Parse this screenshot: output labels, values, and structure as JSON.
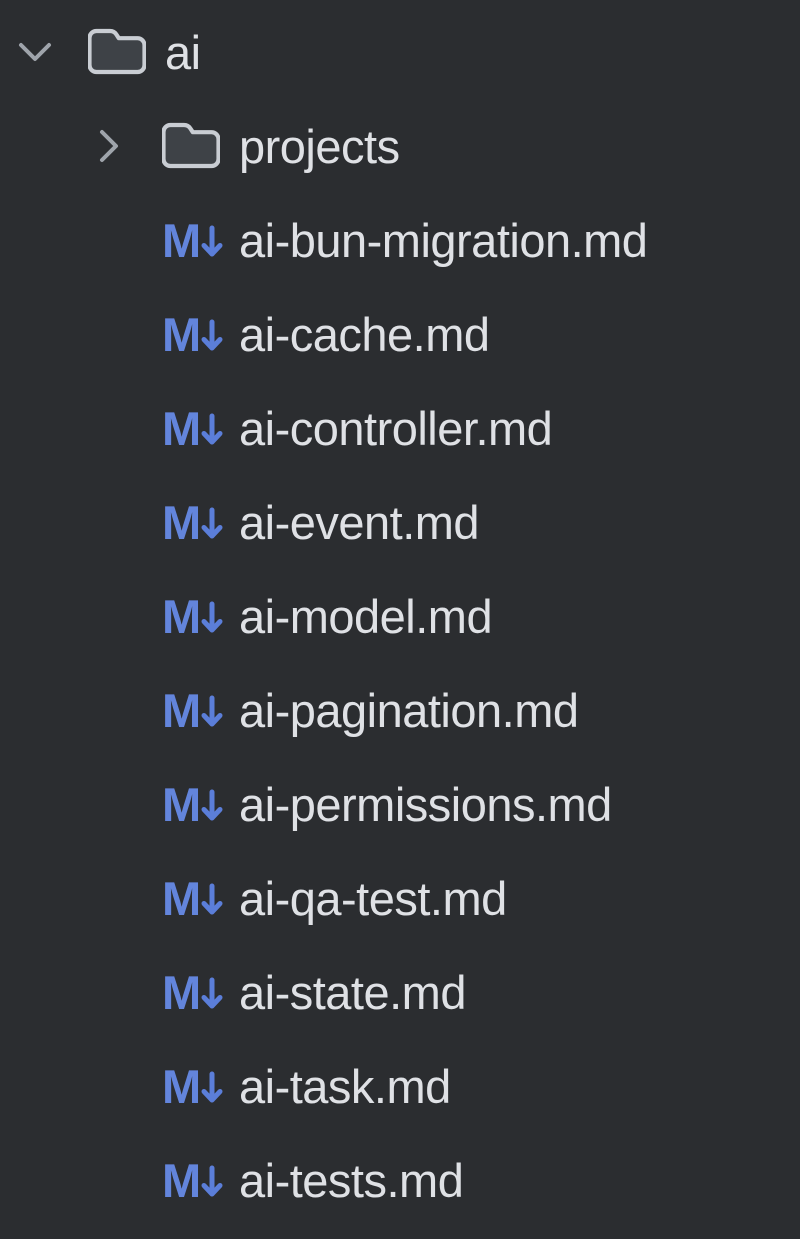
{
  "colors": {
    "bg": "#2B2D30",
    "text": "#DFE1E5",
    "chevron": "#9FA4AB",
    "folder-stroke": "#C9CDD3",
    "folder-fill": "#3E4247",
    "md-letter": "#6385DC",
    "md-arrow": "#5B7ED9"
  },
  "tree": {
    "markdown_icon": {
      "letter": "M",
      "arrow": "↓"
    },
    "items": [
      {
        "label": "ai",
        "kind": "folder",
        "state": "expanded",
        "level": 0
      },
      {
        "label": "projects",
        "kind": "folder",
        "state": "collapsed",
        "level": 1
      },
      {
        "label": "ai-bun-migration.md",
        "kind": "markdown-file",
        "state": "",
        "level": 1
      },
      {
        "label": "ai-cache.md",
        "kind": "markdown-file",
        "state": "",
        "level": 1
      },
      {
        "label": "ai-controller.md",
        "kind": "markdown-file",
        "state": "",
        "level": 1
      },
      {
        "label": "ai-event.md",
        "kind": "markdown-file",
        "state": "",
        "level": 1
      },
      {
        "label": "ai-model.md",
        "kind": "markdown-file",
        "state": "",
        "level": 1
      },
      {
        "label": "ai-pagination.md",
        "kind": "markdown-file",
        "state": "",
        "level": 1
      },
      {
        "label": "ai-permissions.md",
        "kind": "markdown-file",
        "state": "",
        "level": 1
      },
      {
        "label": "ai-qa-test.md",
        "kind": "markdown-file",
        "state": "",
        "level": 1
      },
      {
        "label": "ai-state.md",
        "kind": "markdown-file",
        "state": "",
        "level": 1
      },
      {
        "label": "ai-task.md",
        "kind": "markdown-file",
        "state": "",
        "level": 1
      },
      {
        "label": "ai-tests.md",
        "kind": "markdown-file",
        "state": "",
        "level": 1
      }
    ]
  }
}
